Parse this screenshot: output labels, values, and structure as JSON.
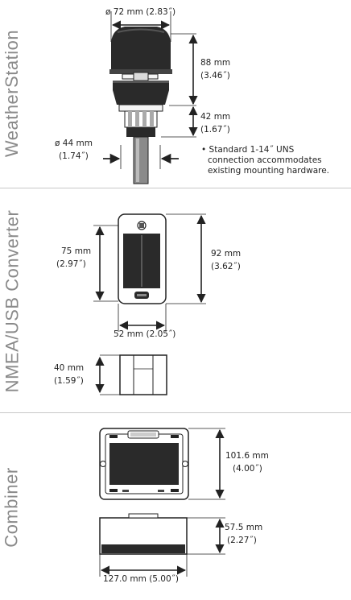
{
  "sections": [
    {
      "id": "weatherstation",
      "label": "WeatherStation"
    },
    {
      "id": "nmea",
      "label": "NMEA/USB Converter"
    },
    {
      "id": "combiner",
      "label": "Combiner"
    }
  ],
  "weatherstation": {
    "dia72_label": "ø 72 mm (2.83˝)",
    "h88_mm": "88 mm",
    "h88_in": "(3.46˝)",
    "h42_mm": "42 mm",
    "h42_in": "(1.67˝)",
    "dia44_mm": "ø 44 mm",
    "dia44_in": "(1.74˝)",
    "note_lines": [
      "• Standard 1-14˝ UNS",
      "connection accommodates",
      "existing mounting hardware."
    ]
  },
  "nmea": {
    "h75_mm": "75 mm",
    "h75_in": "(2.97˝)",
    "h92_mm": "92 mm",
    "h92_in": "(3.62˝)",
    "w52_label": "52 mm (2.05˝)",
    "d40_mm": "40 mm",
    "d40_in": "(1.59˝)"
  },
  "combiner": {
    "h101_mm": "101.6 mm",
    "h101_in": "(4.00˝)",
    "d57_mm": "57.5 mm",
    "d57_in": "(2.27˝)",
    "w127_label": "127.0 mm (5.00˝)"
  },
  "colors": {
    "line": "#222222",
    "fill_dark": "#2a2a2a",
    "fill_mid": "#666666",
    "fill_light": "#f4f4f4",
    "label_grey": "#8a8a8a"
  }
}
